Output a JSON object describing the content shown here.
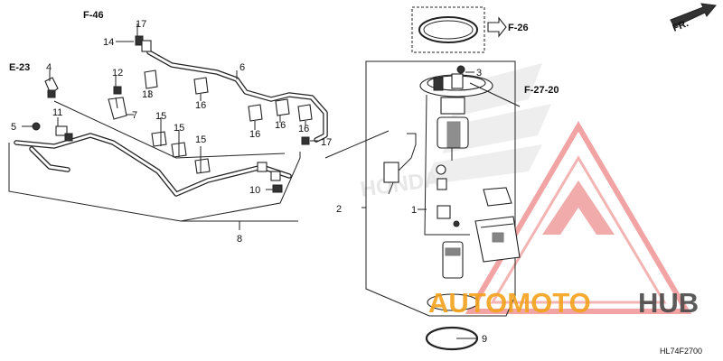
{
  "diagram_code": "HL74F2700",
  "orientation_label": "FR.",
  "references": [
    "F-46",
    "E-23",
    "F-26",
    "F-27-20"
  ],
  "callouts": {
    "c1": "1",
    "c2": "2",
    "c3": "3",
    "c4": "4",
    "c5": "5",
    "c6": "6",
    "c7": "7",
    "c8": "8",
    "c9": "9",
    "c10": "10",
    "c11": "11",
    "c12": "12",
    "c13": "13",
    "c14": "14",
    "c15a": "15",
    "c15b": "15",
    "c15c": "15",
    "c16a": "16",
    "c16b": "16",
    "c16c": "16",
    "c16d": "16",
    "c17a": "17",
    "c17b": "17"
  },
  "watermark": {
    "left": "AUTOMOTO",
    "right": "HUB",
    "accent": "#f4a21c",
    "dark": "#4a4a4a",
    "logo_color": "#e23b3b"
  },
  "background_lettering": "HONDA"
}
